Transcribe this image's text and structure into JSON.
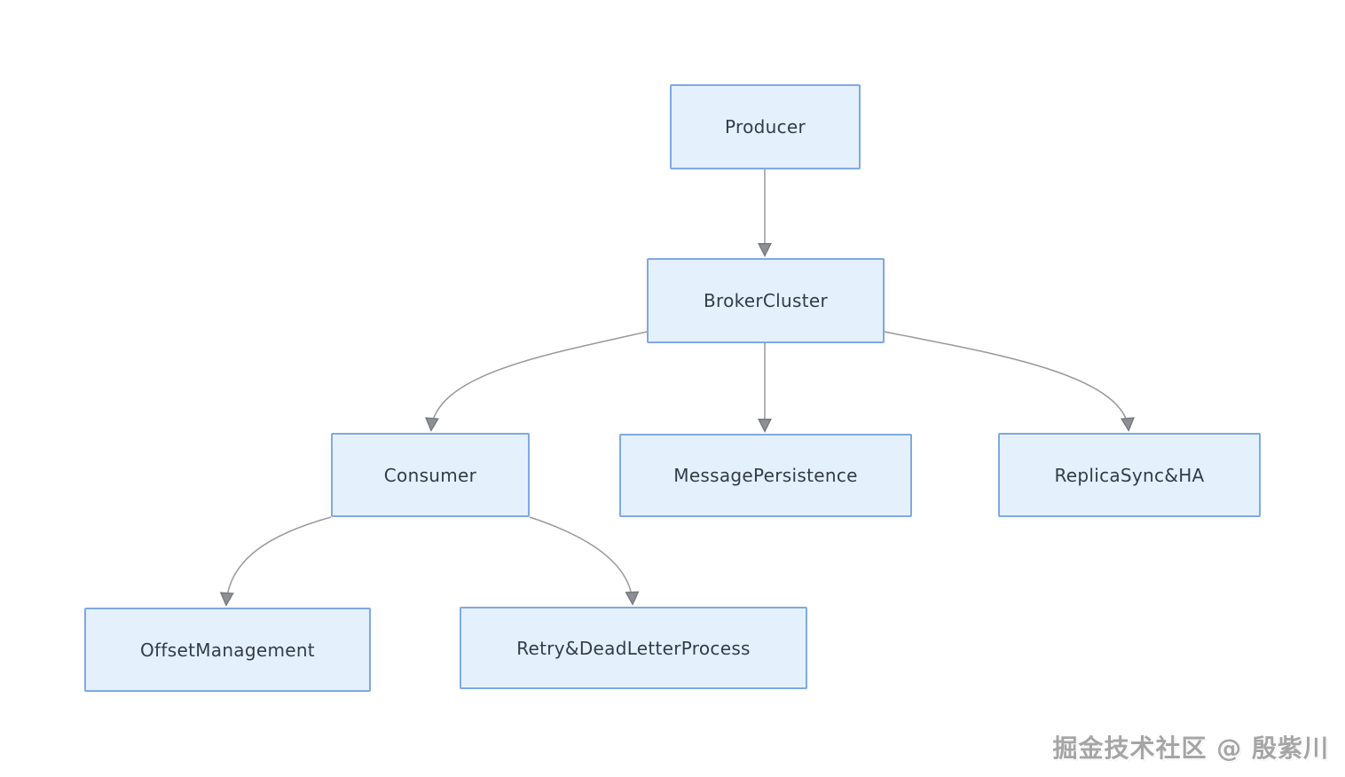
{
  "diagram": {
    "type": "flowchart",
    "nodes": {
      "producer": {
        "label": "Producer"
      },
      "broker_cluster": {
        "label": "BrokerCluster"
      },
      "consumer": {
        "label": "Consumer"
      },
      "message_persistence": {
        "label": "MessagePersistence"
      },
      "replica_sync_ha": {
        "label": "ReplicaSync&HA"
      },
      "offset_management": {
        "label": "OffsetManagement"
      },
      "retry_dead_letter": {
        "label": "Retry&DeadLetterProcess"
      }
    },
    "edges": [
      {
        "from": "producer",
        "to": "broker_cluster"
      },
      {
        "from": "broker_cluster",
        "to": "consumer"
      },
      {
        "from": "broker_cluster",
        "to": "message_persistence"
      },
      {
        "from": "broker_cluster",
        "to": "replica_sync_ha"
      },
      {
        "from": "consumer",
        "to": "offset_management"
      },
      {
        "from": "consumer",
        "to": "retry_dead_letter"
      }
    ],
    "colors": {
      "node_fill": "#E4F1FC",
      "node_border": "#7FA8E4",
      "node_text": "#333B47",
      "edge_line": "#999999",
      "arrowhead_fill": "#8C8F93",
      "background": "#FFFFFF",
      "watermark_text": "#A5A5A5"
    }
  },
  "watermark": {
    "text": "掘金技术社区 @ 殷紫川"
  }
}
